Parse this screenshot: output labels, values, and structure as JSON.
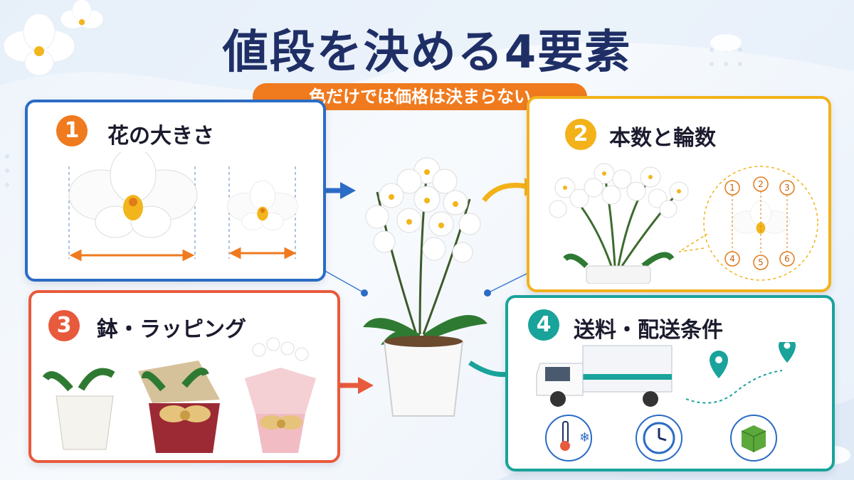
{
  "header": {
    "title": "値段を決める4要素",
    "subtitle": "色だけでは価格は決まらない"
  },
  "cards": [
    {
      "number": "1",
      "title": "花の大きさ",
      "color": "#2b6cc4",
      "badge_color": "#f07a1e"
    },
    {
      "number": "2",
      "title": "本数と輪数",
      "color": "#f3b21a",
      "badge_color": "#f3b21a"
    },
    {
      "number": "3",
      "title": "鉢・ラッピング",
      "color": "#e85a3c",
      "badge_color": "#e85a3c"
    },
    {
      "number": "4",
      "title": "送料・配送条件",
      "color": "#19a39a",
      "badge_color": "#19a39a"
    }
  ],
  "bloom_count": [
    "1",
    "2",
    "3",
    "4",
    "5",
    "6"
  ],
  "icons": {
    "temperature": "thermometer-snow-icon",
    "time": "clock-icon",
    "package": "box-icon",
    "truck": "truck-icon",
    "route": "route-pin-icon"
  }
}
